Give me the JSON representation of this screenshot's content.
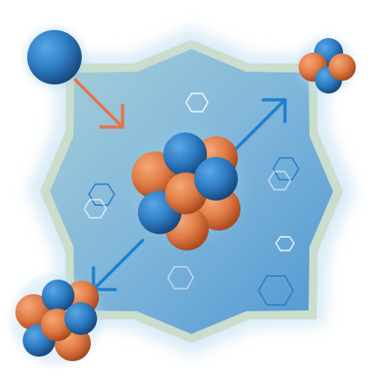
{
  "illustration": {
    "subject": "nuclear-fission",
    "colors": {
      "background": "#ffffff",
      "star_fill_light": "#9cc8dc",
      "star_fill_dark": "#5a9fd2",
      "star_border": "#bfd6c9",
      "neutron_blue": "#2f7dc4",
      "neutron_blue_dark": "#1c5a9a",
      "proton_orange": "#e07b45",
      "proton_orange_dark": "#c25c2b",
      "arrow_orange": "#e8724a",
      "arrow_blue": "#1f7fcf",
      "hexagon_white": "#ffffff",
      "hexagon_blue": "#2a7cc8"
    },
    "elements": [
      "incoming-neutron",
      "nucleus",
      "fragment-top-right",
      "fragment-bottom-left",
      "arrow-incoming",
      "arrow-out-top-right",
      "arrow-out-bottom-left",
      "hexagon-decorations"
    ]
  }
}
